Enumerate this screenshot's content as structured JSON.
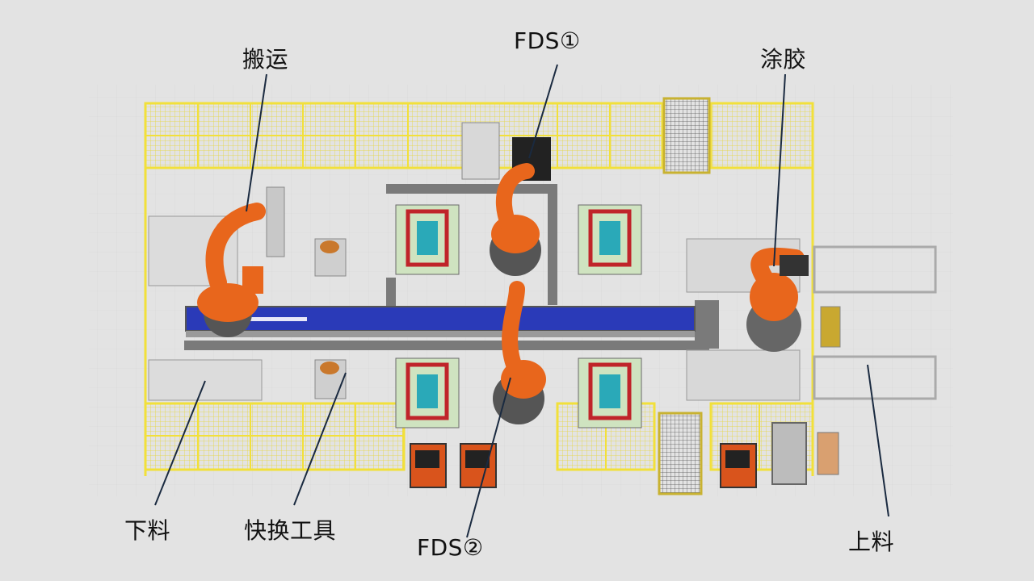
{
  "labels": {
    "banyun": "搬运",
    "fds1": "FDS①",
    "tujiao": "涂胶",
    "xialiao": "下料",
    "kuaihuan": "快换工具",
    "fds2": "FDS②",
    "shangliao": "上料"
  },
  "colors": {
    "background": "#e3e3e3",
    "fence": "#f2e03a",
    "robot": "#e8661c",
    "conveyor": "#1f2fb0",
    "steel": "#7a7a7a",
    "cabinet": "#d9541c"
  }
}
